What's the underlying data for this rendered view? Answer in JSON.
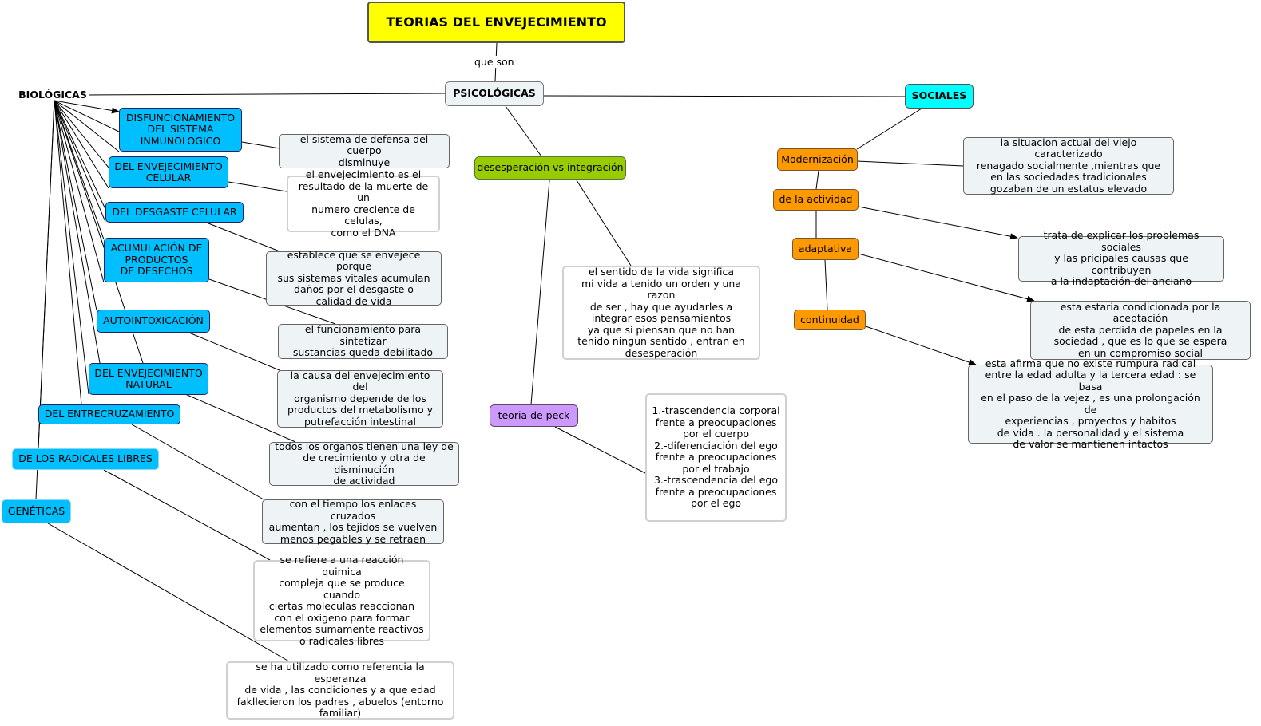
{
  "title": "TEORIAS DEL ENVEJECIMIENTO",
  "link_label": "que son",
  "categories": {
    "biologicas": "BIOLÓGICAS",
    "psicologicas": "PSICOLÓGICAS",
    "sociales": "SOCIALES"
  },
  "biological": [
    {
      "name": "DISFUNCIONAMIENTO\nDEL SISTEMA\nINMUNOLOGICO",
      "desc": "el sistema de defensa del cuerpo\ndisminuye"
    },
    {
      "name": "DEL ENVEJECIMIENTO\nCELULAR",
      "desc": "el envejecimiento es el\nresultado de la muerte de un\nnumero creciente de celulas,\ncomo el DNA"
    },
    {
      "name": "DEL DESGASTE CELULAR",
      "desc": "establece que se envejece porque\nsus sistemas vitales acumulan\ndaños por el desgaste o\ncalidad de vida"
    },
    {
      "name": "ACUMULACIÓN DE\nPRODUCTOS\nDE DESECHOS",
      "desc": "el funcionamiento para sintetizar\nsustancias queda debilitado"
    },
    {
      "name": "AUTOINTOXICACIÓN",
      "desc": "la causa del envejecimiento del\norganismo depende de los\nproductos del metabolismo y\nputrefacción intestinal"
    },
    {
      "name": "DEL ENVEJECIMIENTO\nNATURAL",
      "desc": "todos los organos tienen una ley de\nde crecimiento y otra de disminución\nde actividad"
    },
    {
      "name": "DEL ENTRECRUZAMIENTO",
      "desc": "con el tiempo los enlaces cruzados\naumentan , los tejidos se vuelven\nmenos pegables y se retraen"
    },
    {
      "name": "DE LOS RADICALES LIBRES",
      "desc": "se refiere a una reacción quimica\ncompleja que se produce cuando\nciertas moleculas reaccionan\ncon el oxigeno para formar\nelementos sumamente reactivos\no radicales libres"
    },
    {
      "name": "GENÉTICAS",
      "desc": "se ha utilizado como referencia la esperanza\nde vida , las condiciones y a que edad\nfakllecieron los padres , abuelos (entorno\nfamiliar)"
    }
  ],
  "psychological": {
    "desesperacion": "desesperación vs integración",
    "desesperacion_desc": "el sentido de la vida significa\nmi vida a tenido un orden y una razon\nde ser , hay que ayudarles a\nintegrar esos pensamientos\nya que si piensan que no han\ntenido  ningun sentido , entran en\ndesesperación",
    "peck": "teoria de peck",
    "peck_desc": "1.-trascendencia corporal\nfrente a preocupaciones\npor el cuerpo\n2.-diferenciación del ego\nfrente a preocupaciones\npor el trabajo\n3.-trascendencia del ego\nfrente a preocupaciones\npor el ego"
  },
  "social": [
    {
      "name": "Modernización",
      "desc": "la situacion actual del viejo caracterizado\nrenagado socialmente ,mientras que\nen las sociedades tradicionales\ngozaban de un estatus elevado"
    },
    {
      "name": "de la actividad",
      "desc": "trata de explicar los problemas sociales\ny las pricipales causas que contribuyen\na la indaptación del anciano"
    },
    {
      "name": "adaptativa",
      "desc": "esta estaria condicionada por la aceptación\nde esta perdida de papeles en la\nsociedad , que es lo que se espera\nen un compromiso social"
    },
    {
      "name": "continuidad",
      "desc": "esta afirma que no existe rumpura radical\nentre la edad adulta y la tercera edad : se basa\nen el  paso de la vejez , es una prolongación de\nexperiencias , proyectos  y habitos\nde vida . la personalidad y el sistema\nde valor se mantienen  intactos"
    }
  ],
  "colors": {
    "title": "#ffff00",
    "biological": "#00bfff",
    "social_head": "#00ffff",
    "social": "#ff9900",
    "desesperacion": "#99cc00",
    "peck": "#cc99ff"
  }
}
